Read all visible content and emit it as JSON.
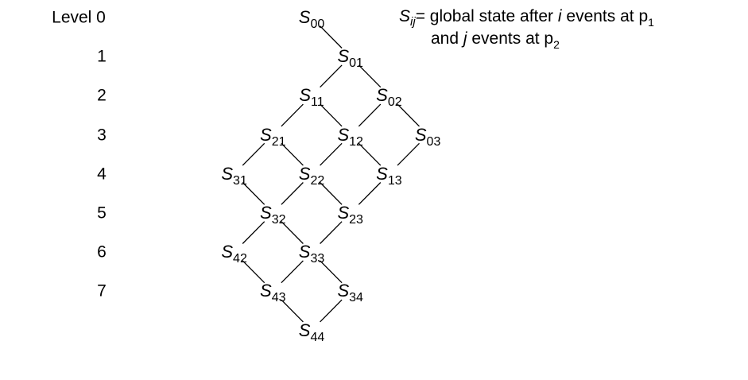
{
  "levels": [
    {
      "label": "Level 0"
    },
    {
      "label": "1"
    },
    {
      "label": "2"
    },
    {
      "label": "3"
    },
    {
      "label": "4"
    },
    {
      "label": "5"
    },
    {
      "label": "6"
    },
    {
      "label": "7"
    }
  ],
  "nodes": [
    {
      "letter": "S",
      "sub": "00"
    },
    {
      "letter": "S",
      "sub": "01"
    },
    {
      "letter": "S",
      "sub": "11"
    },
    {
      "letter": "S",
      "sub": "02"
    },
    {
      "letter": "S",
      "sub": "21"
    },
    {
      "letter": "S",
      "sub": "12"
    },
    {
      "letter": "S",
      "sub": "03"
    },
    {
      "letter": "S",
      "sub": "31"
    },
    {
      "letter": "S",
      "sub": "22"
    },
    {
      "letter": "S",
      "sub": "13"
    },
    {
      "letter": "S",
      "sub": "32"
    },
    {
      "letter": "S",
      "sub": "23"
    },
    {
      "letter": "S",
      "sub": "42"
    },
    {
      "letter": "S",
      "sub": "33"
    },
    {
      "letter": "S",
      "sub": "43"
    },
    {
      "letter": "S",
      "sub": "34"
    },
    {
      "letter": "S",
      "sub": "44"
    }
  ],
  "edges": [
    [
      "00",
      "01"
    ],
    [
      "01",
      "11"
    ],
    [
      "01",
      "02"
    ],
    [
      "11",
      "21"
    ],
    [
      "11",
      "12"
    ],
    [
      "02",
      "12"
    ],
    [
      "02",
      "03"
    ],
    [
      "21",
      "31"
    ],
    [
      "21",
      "22"
    ],
    [
      "12",
      "22"
    ],
    [
      "12",
      "13"
    ],
    [
      "03",
      "13"
    ],
    [
      "31",
      "32"
    ],
    [
      "22",
      "32"
    ],
    [
      "22",
      "23"
    ],
    [
      "13",
      "23"
    ],
    [
      "32",
      "42"
    ],
    [
      "32",
      "33"
    ],
    [
      "23",
      "33"
    ],
    [
      "42",
      "43"
    ],
    [
      "33",
      "43"
    ],
    [
      "33",
      "34"
    ],
    [
      "43",
      "44"
    ],
    [
      "34",
      "44"
    ]
  ],
  "legend": {
    "symbol": "S",
    "symbol_sub": "ij",
    "line1": "= global state after ",
    "var_i": "i",
    "line1_rest": " events at p",
    "p1_sub": "1",
    "line2_pre": "and ",
    "var_j": "j",
    "line2_rest": " events at p",
    "p2_sub": "2"
  }
}
